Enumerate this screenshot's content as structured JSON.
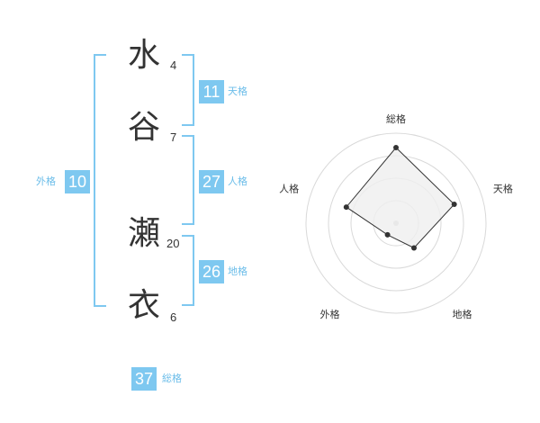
{
  "name": {
    "chars": [
      {
        "char": "水",
        "strokes": "4"
      },
      {
        "char": "谷",
        "strokes": "7"
      },
      {
        "char": "瀬",
        "strokes": "20"
      },
      {
        "char": "衣",
        "strokes": "6"
      }
    ]
  },
  "kakusu": {
    "tenkaku": {
      "value": "11",
      "label": "天格"
    },
    "jinkaku": {
      "value": "27",
      "label": "人格"
    },
    "chikaku": {
      "value": "26",
      "label": "地格"
    },
    "gaikaku": {
      "value": "10",
      "label": "外格"
    },
    "soukaku": {
      "value": "37",
      "label": "総格"
    }
  },
  "colors": {
    "accent": "#7ec8f0",
    "accent_text": "#6bbde9",
    "text": "#333333",
    "radar_fill": "#efefef",
    "radar_grid": "#d9d9d9"
  },
  "chart_data": {
    "type": "radar",
    "axes": [
      "総格",
      "天格",
      "地格",
      "外格",
      "人格"
    ],
    "max": 5,
    "rings": 4,
    "values": [
      4.2,
      3.4,
      1.7,
      0.8,
      2.9
    ]
  }
}
